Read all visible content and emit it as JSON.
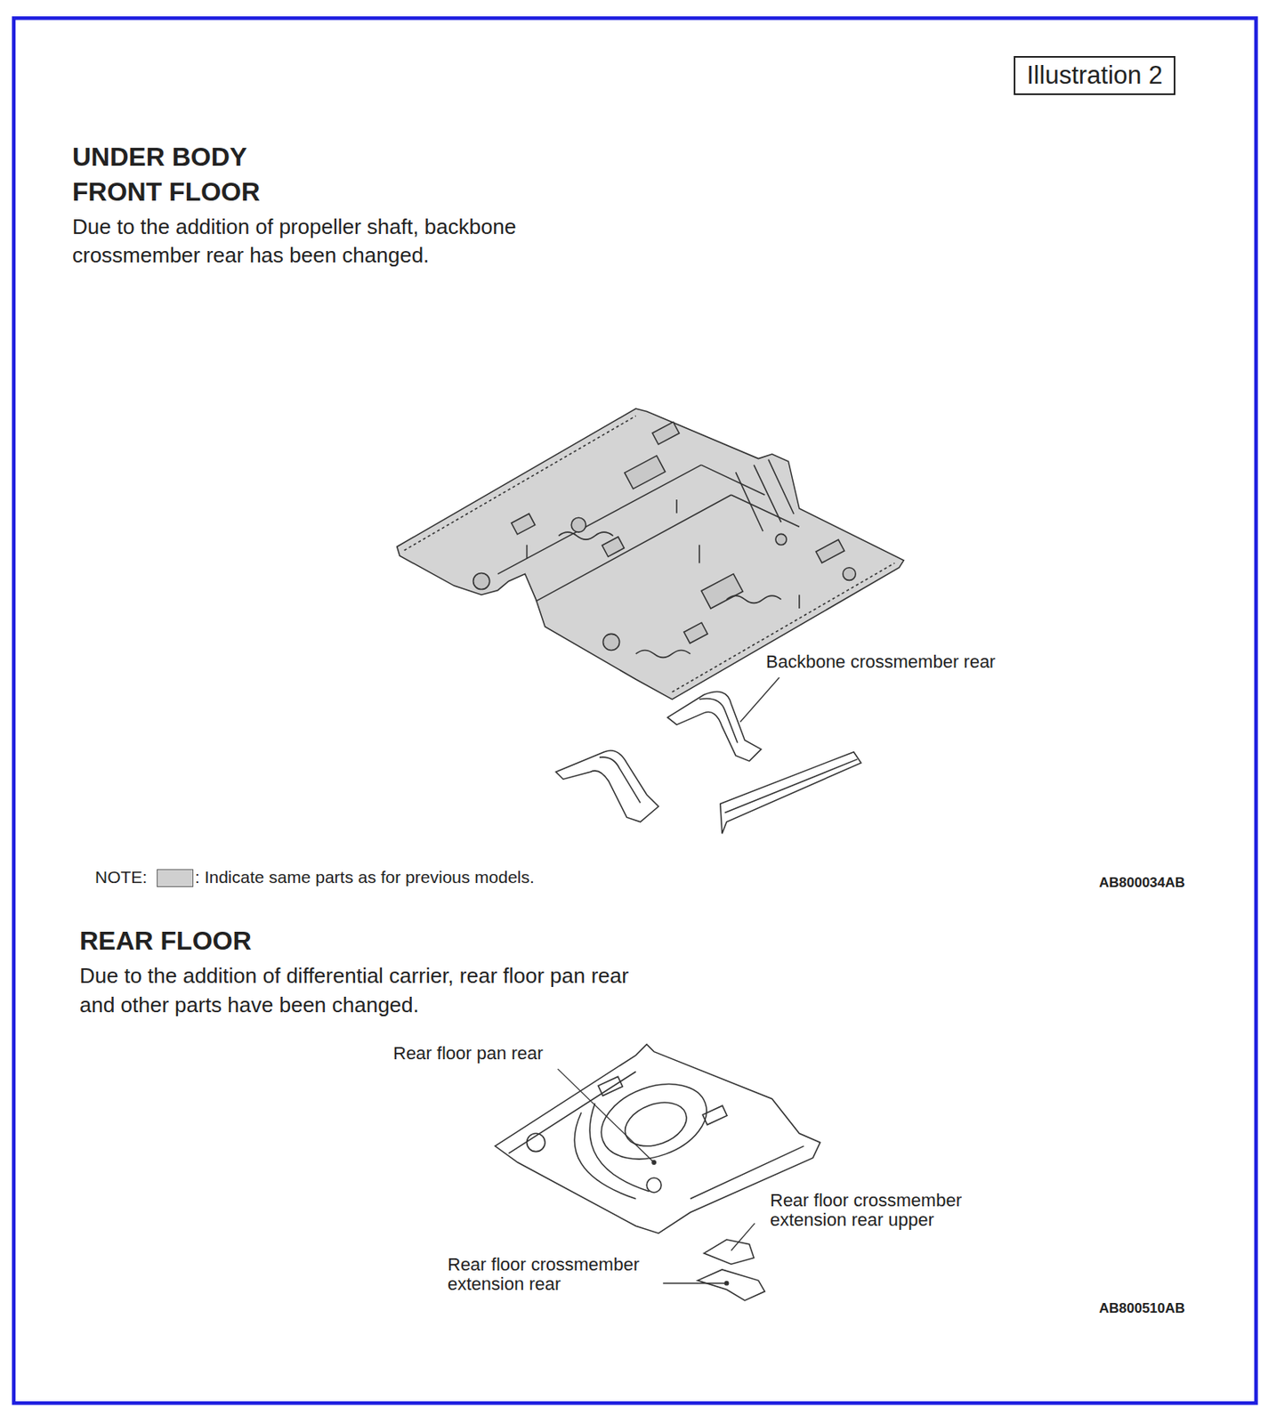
{
  "diagram": {
    "title": "UNDER BODY",
    "nodes": [
      {
        "text": [
          "Illustration 2"
        ]
      }
    ],
    "labels": [
      "FRONT FLOOR",
      "Due to the addition of propeller shaft, backbone crossmember rear has been changed.",
      "Backbone crossmember rear",
      "NOTE:",
      "AB800034AB",
      "REAR FLOOR",
      "Due to the addition of differential carrier,  rear floor pan rear and other parts have been changed.",
      "Rear floor pan rear",
      "Rear floor crossmember extension rear upper",
      "Rear floor crossmember extension rear",
      "AB800510AB"
    ],
    "legend": [
      {
        "text": ": Indicate same parts as for previous models.",
        "color": "#d0d0d0"
      }
    ]
  }
}
